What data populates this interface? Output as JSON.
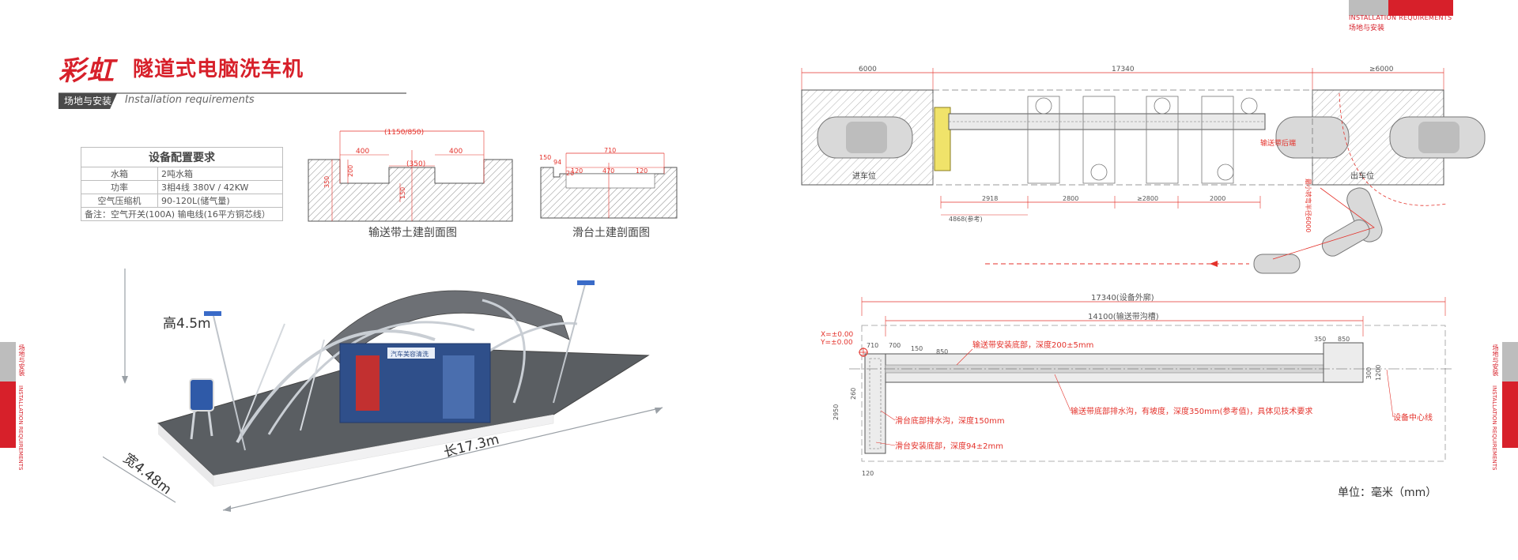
{
  "header": {
    "brand": "彩虹",
    "title": "隧道式电脑洗车机",
    "section_cn": "场地与安装",
    "section_en": "Installation requirements"
  },
  "top_tag": {
    "en": "INSTALLATION REQUIREMENTS",
    "cn": "场地与安装"
  },
  "side_tab": {
    "cn": "场地与安装",
    "en": "INSTALLATION REQUIREMENTS"
  },
  "config_table": {
    "title": "设备配置要求",
    "rows": [
      {
        "key": "水箱",
        "value": "2吨水箱"
      },
      {
        "key": "功率",
        "value": "3相4线  380V / 42KW"
      },
      {
        "key": "空气压缩机",
        "value": "90-120L(储气量)"
      }
    ],
    "note": "备注：空气开关(100A)    输电线(16平方铜芯线）"
  },
  "section_conveyor": {
    "caption": "输送带土建剖面图",
    "dims": {
      "top": "(1150/850)",
      "left": "400",
      "right": "400",
      "mid": "(350)",
      "h1": "200",
      "h2": "150",
      "h3": "350"
    }
  },
  "section_slide": {
    "caption": "滑台土建剖面图",
    "dims": {
      "top": "710",
      "a": "150",
      "b": "94",
      "c": "120",
      "d": "470",
      "e": "120",
      "f": "20"
    }
  },
  "render": {
    "height": "高4.5m",
    "length": "长17.3m",
    "width": "宽4.48m",
    "sign_text": "汽车美容清洗"
  },
  "plan_top": {
    "dims": [
      "6000",
      "17340",
      "≥6000"
    ],
    "entry": "进车位",
    "exit": "出车位",
    "note_conveyor": "输送带后端",
    "turn": "最小转弯半径6000",
    "bottom_dims": [
      "2918",
      "2800",
      "≥2800",
      "2000"
    ],
    "ref": "4868(参考)"
  },
  "plan_bottom": {
    "overall": "17340(设备外廓)",
    "trench": "14100(输送带沟槽)",
    "x0": "X=±0.00",
    "y0": "Y=±0.00",
    "d710": "710",
    "d700": "700",
    "d150": "150",
    "d850a": "850",
    "d350": "350",
    "d850b": "850",
    "d1200": "1200",
    "d300": "300",
    "d2950": "2950",
    "d260": "260",
    "d120": "120",
    "n1": "输送带安装底部，深度200±5mm",
    "n2": "输送带底部排水沟，有坡度，深度350mm(参考值)，具体见技术要求",
    "n3": "滑台底部排水沟，深度150mm",
    "n4": "滑台安装底部，深度94±2mm",
    "centerline": "设备中心线"
  },
  "unit": "单位：毫米（mm）",
  "colors": {
    "accent": "#d7202a",
    "dim": "#e4322b",
    "draw": "#555555"
  }
}
